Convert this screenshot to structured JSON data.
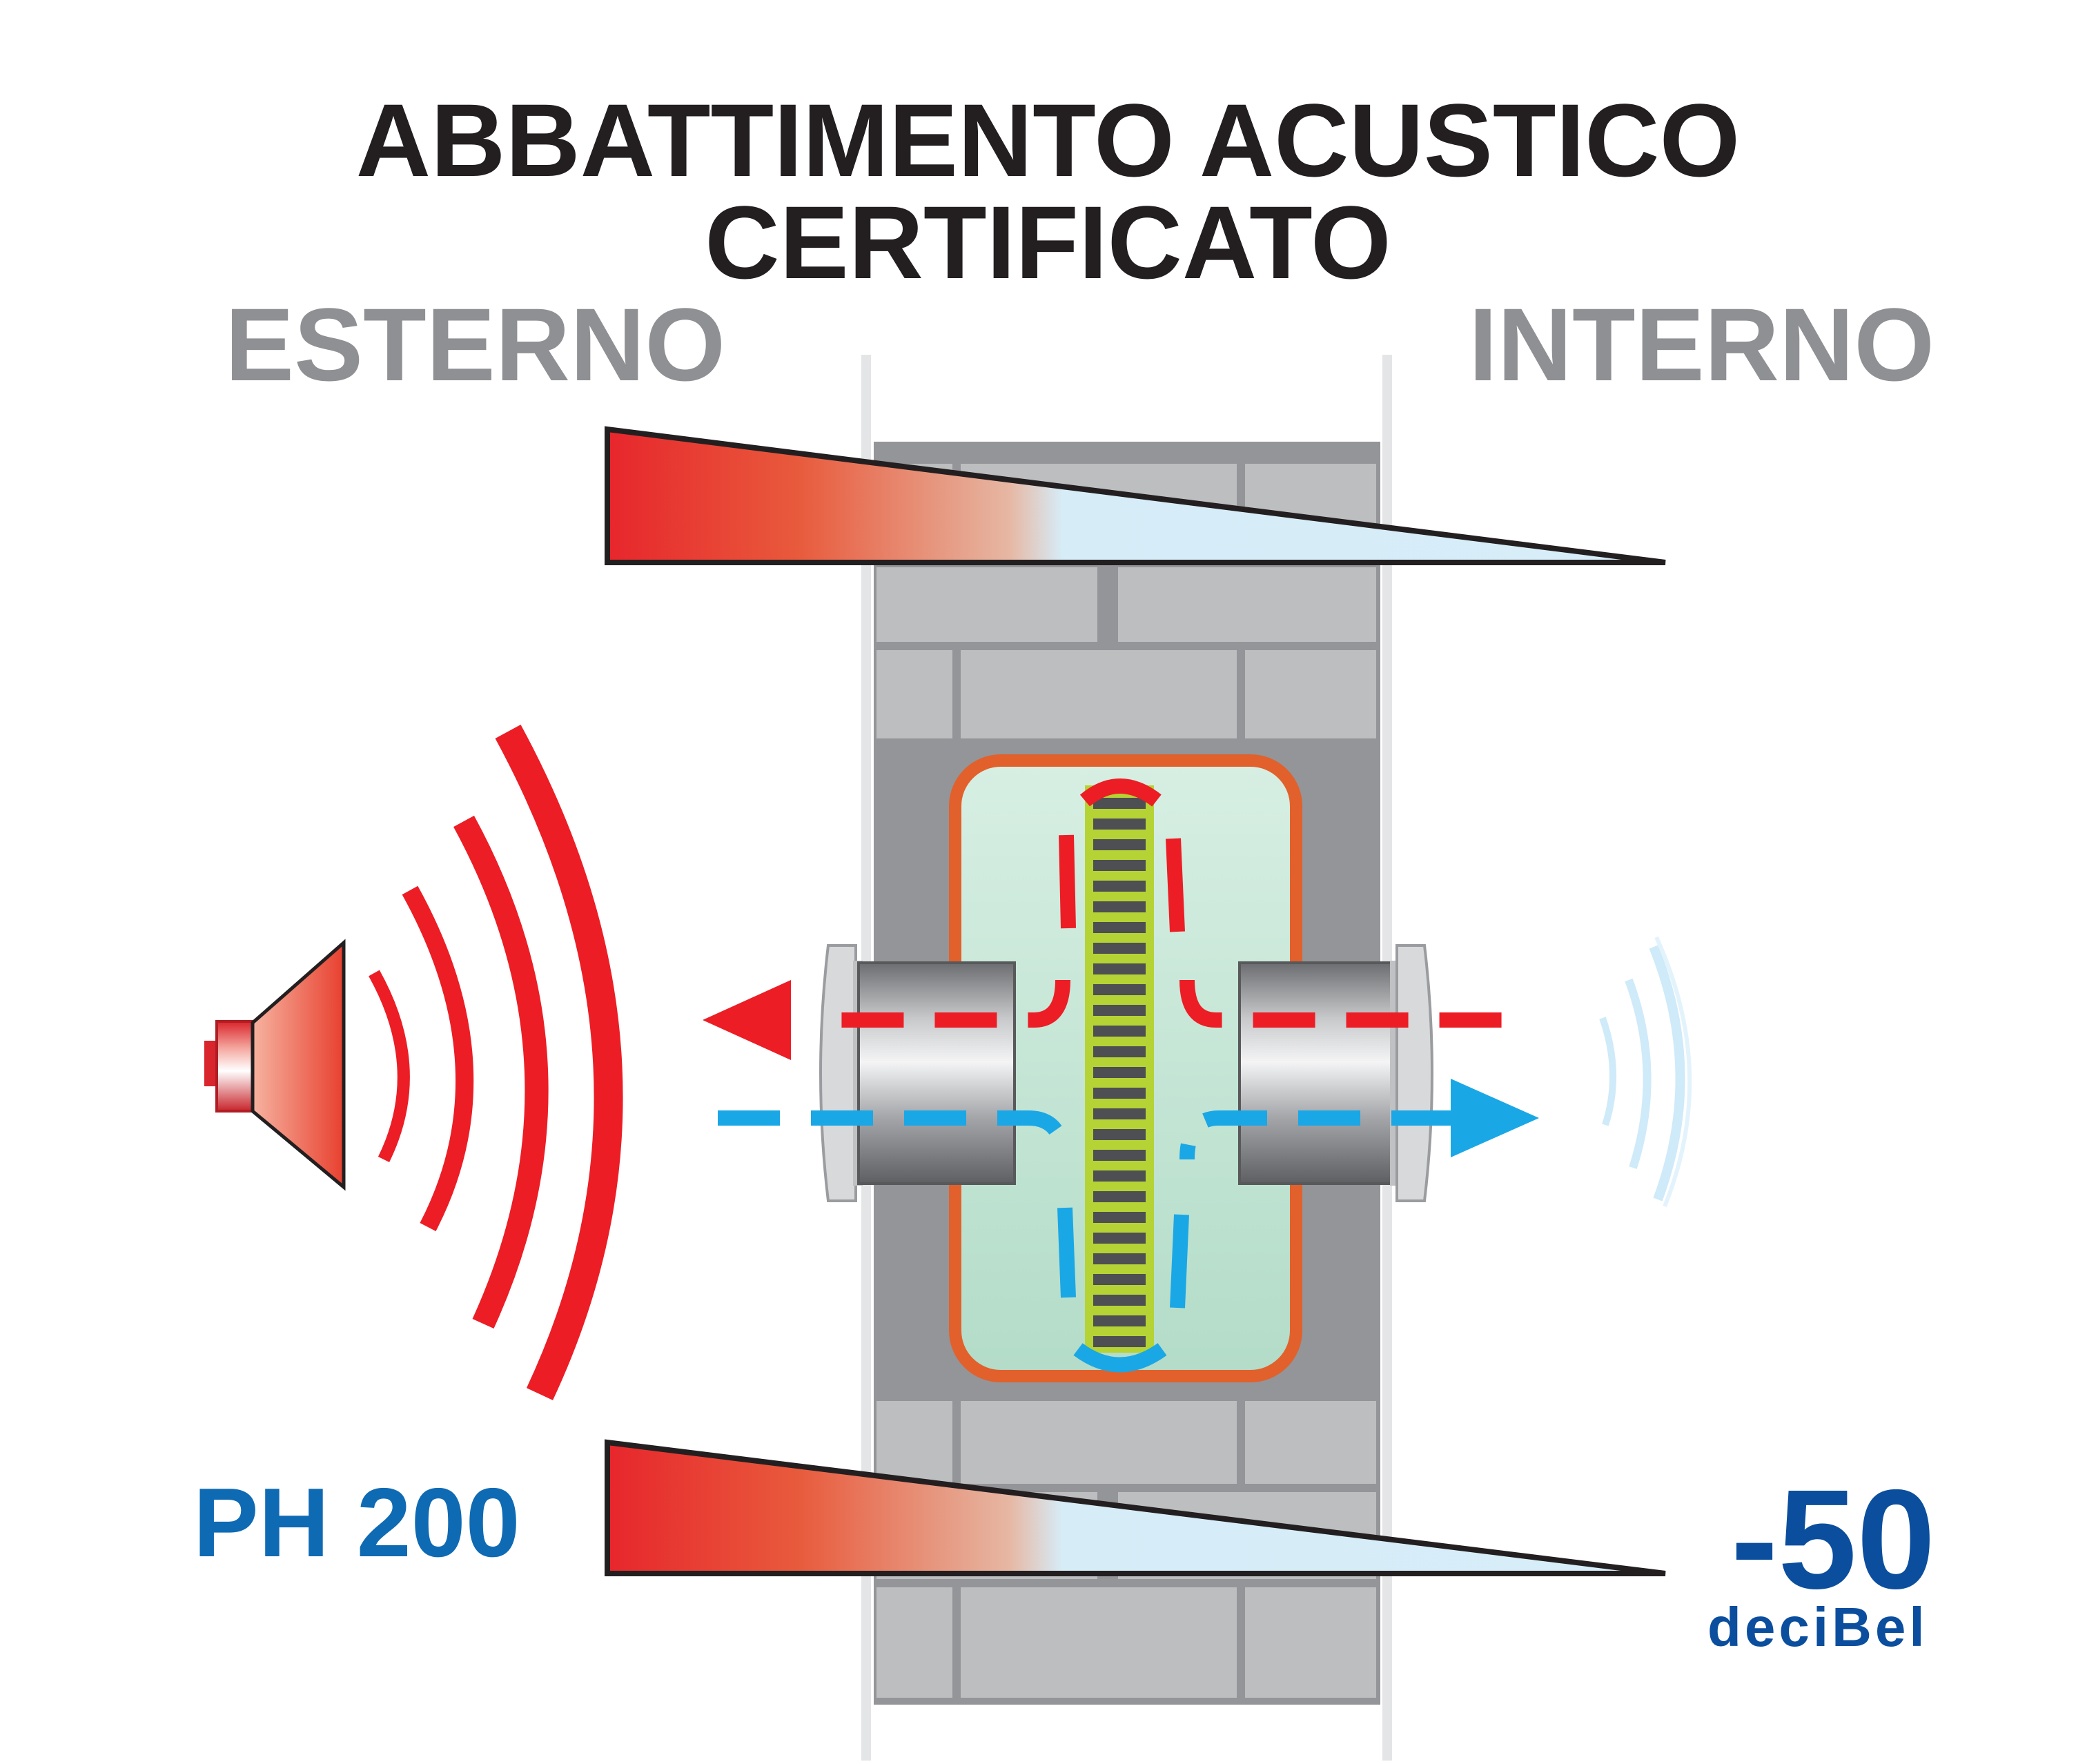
{
  "title": {
    "line1": "ABBATTIMENTO ACUSTICO",
    "line2": "CERTIFICATO"
  },
  "sides": {
    "outside": "ESTERNO",
    "inside": "INTERNO"
  },
  "product": "PH 200",
  "reduction": {
    "value": "-50",
    "unit": "deciBel"
  },
  "colors": {
    "sound_red": "#ec1d25",
    "flow_blue": "#1aa7e6",
    "label_blue": "#0f6ab4",
    "decibel_blue": "#0b4e9e",
    "wall_gray": "#939598",
    "brick_light": "#bcbec0",
    "box_fill": "#cde8d8",
    "box_border": "#e2602b",
    "baffle_green": "#b5d334",
    "side_label_gray": "#8e9093"
  },
  "icons": [
    "loudspeaker-icon",
    "sound-wave-icon",
    "arrow-left-icon",
    "arrow-right-icon"
  ]
}
